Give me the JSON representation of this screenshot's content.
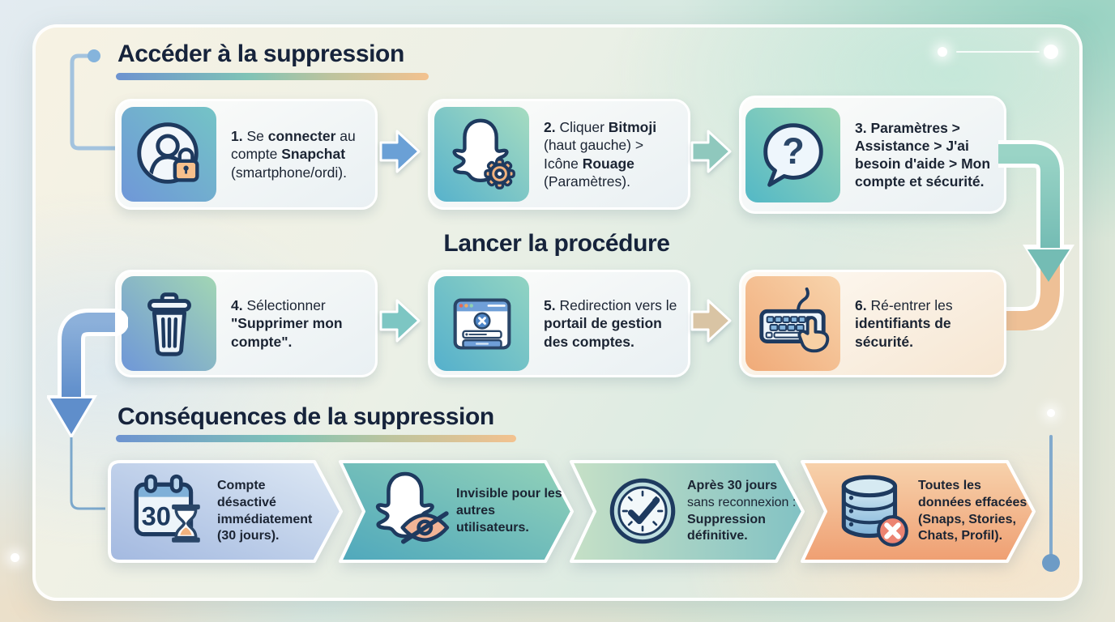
{
  "sections": {
    "access": {
      "title": "Accéder à la suppression"
    },
    "procedure": {
      "title": "Lancer la procédure"
    },
    "consequences": {
      "title": "Conséquences de la suppression"
    }
  },
  "steps": [
    {
      "icon": "user-lock-icon",
      "segments": [
        {
          "t": "1.",
          "b": true
        },
        {
          "t": " Se ",
          "b": false
        },
        {
          "t": "connecter",
          "b": true
        },
        {
          "t": " au compte ",
          "b": false
        },
        {
          "t": "Snapchat",
          "b": true
        },
        {
          "t": " (smartphone/ordi).",
          "b": false
        }
      ]
    },
    {
      "icon": "ghost-gear-icon",
      "segments": [
        {
          "t": "2.",
          "b": true
        },
        {
          "t": " Cliquer ",
          "b": false
        },
        {
          "t": "Bitmoji",
          "b": true
        },
        {
          "t": " (haut gauche) > Icône ",
          "b": false
        },
        {
          "t": "Rouage",
          "b": true
        },
        {
          "t": " (Paramètres).",
          "b": false
        }
      ]
    },
    {
      "icon": "help-bubble-icon",
      "segments": [
        {
          "t": "3. Paramètres > Assistance > J'ai besoin d'aide > Mon compte et sécurité.",
          "b": true
        }
      ]
    },
    {
      "icon": "trash-icon",
      "segments": [
        {
          "t": "4.",
          "b": true
        },
        {
          "t": " Sélectionner ",
          "b": false
        },
        {
          "t": "\"Supprimer mon compte\".",
          "b": true
        }
      ]
    },
    {
      "icon": "browser-portal-icon",
      "segments": [
        {
          "t": "5.",
          "b": true
        },
        {
          "t": " Redirection vers le ",
          "b": false
        },
        {
          "t": "portail de gestion des comptes.",
          "b": true
        }
      ]
    },
    {
      "icon": "keyboard-hand-icon",
      "segments": [
        {
          "t": "6.",
          "b": true
        },
        {
          "t": " Ré-entrer les ",
          "b": false
        },
        {
          "t": "identifiants de sécurité.",
          "b": true
        }
      ]
    }
  ],
  "consequences": [
    {
      "icon": "calendar-30-hourglass-icon",
      "calendar_number": "30",
      "segments": [
        {
          "t": "Compte désactivé immédiatement (30 jours).",
          "b": true
        }
      ]
    },
    {
      "icon": "ghost-hidden-eye-icon",
      "segments": [
        {
          "t": "Invisible pour les autres utilisateurs.",
          "b": true
        }
      ]
    },
    {
      "icon": "clock-check-icon",
      "segments": [
        {
          "t": "Après 30 jours",
          "b": true
        },
        {
          "t": " sans reconnexion : ",
          "b": false
        },
        {
          "t": "Suppression définitive.",
          "b": true
        }
      ]
    },
    {
      "icon": "database-delete-icon",
      "segments": [
        {
          "t": "Toutes les données effacées (Snaps, Stories, Chats, Profil).",
          "b": true
        }
      ]
    }
  ],
  "colors": {
    "title": "#16233b",
    "outline_navy": "#1e3a5f",
    "underline_start": "#6d93d0",
    "underline_mid": "#7fc3b6",
    "underline_end": "#f3c28f",
    "arrow_blue": "#6aa0d6",
    "arrow_teal": "#8fc8bd",
    "arrow_tan": "#d9c4a4",
    "curve_teal": "#8ac9bf",
    "curve_orange": "#eec096",
    "curve_left_blue": "#7aa2d4"
  }
}
